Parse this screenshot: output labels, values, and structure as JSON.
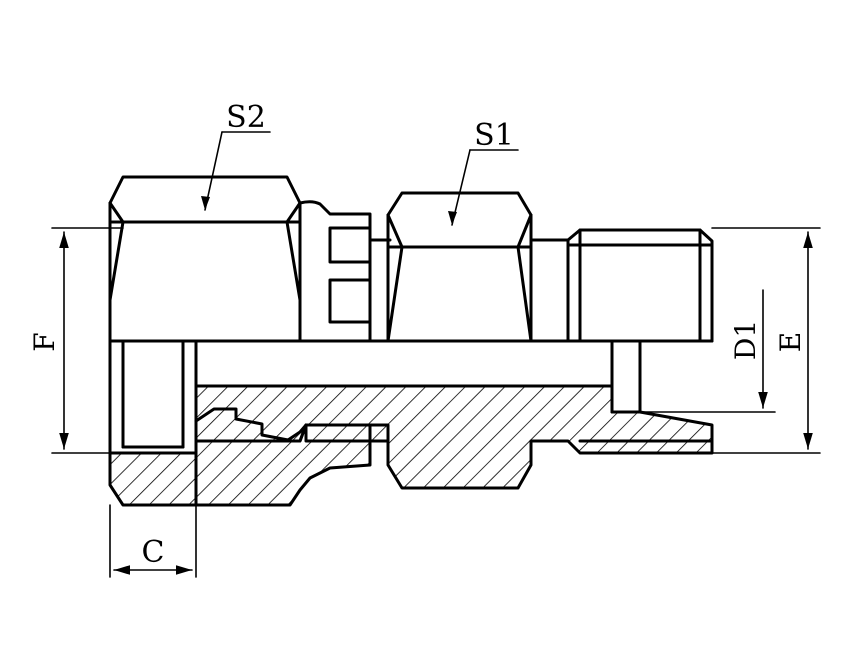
{
  "labels": {
    "s2": "S2",
    "s1": "S1",
    "f": "F",
    "c": "C",
    "d1": "D1",
    "e": "E"
  }
}
